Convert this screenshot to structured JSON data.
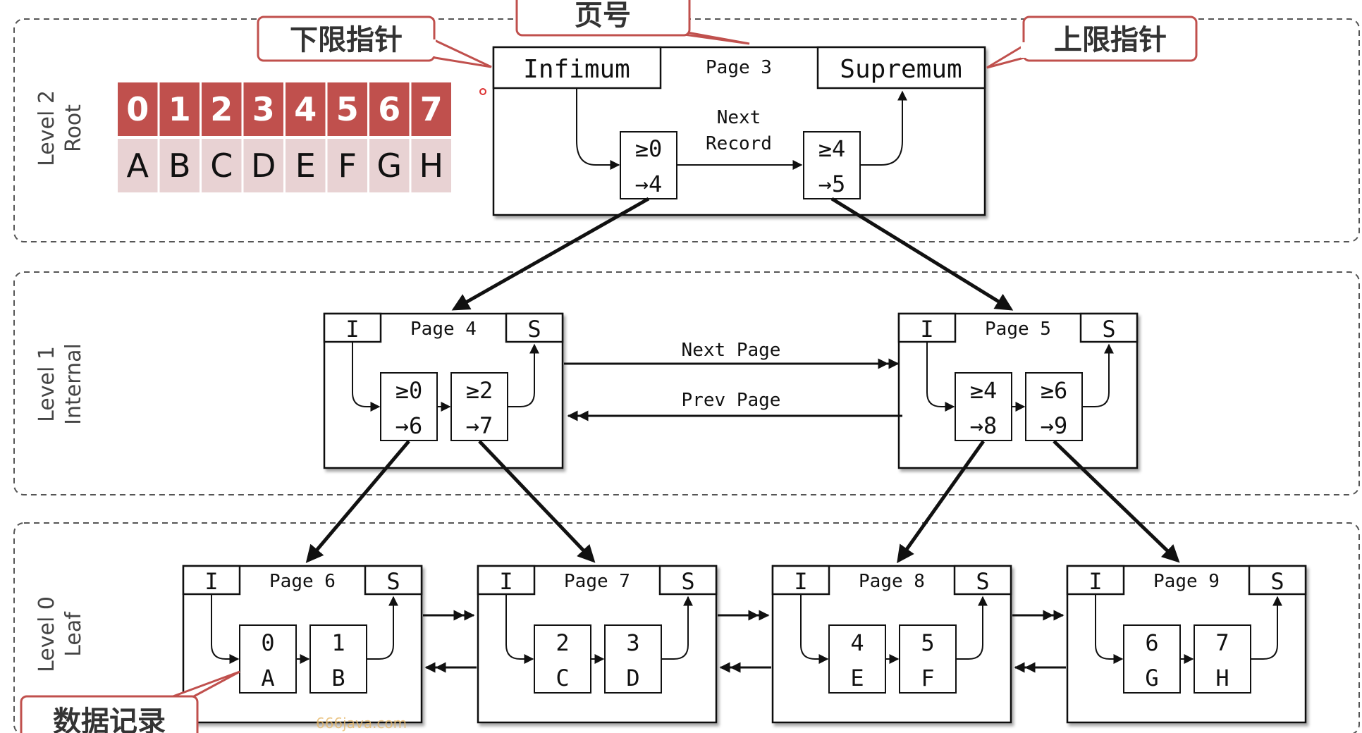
{
  "levels": [
    {
      "line1": "Level 2",
      "line2": "Root"
    },
    {
      "line1": "Level 1",
      "line2": "Internal"
    },
    {
      "line1": "Level 0",
      "line2": "Leaf"
    }
  ],
  "callouts": {
    "lower_pointer": "下限指针",
    "page_number": "页号",
    "upper_pointer": "上限指针",
    "data_record": "数据记录"
  },
  "mapping_table": {
    "numbers": [
      "0",
      "1",
      "2",
      "3",
      "4",
      "5",
      "6",
      "7"
    ],
    "letters": [
      "A",
      "B",
      "C",
      "D",
      "E",
      "F",
      "G",
      "H"
    ],
    "colors": {
      "number_bg": "#c0504d",
      "letter_bg": "#e8d2d3"
    }
  },
  "root_page": {
    "infimum": "Infimum",
    "title": "Page 3",
    "supremum": "Supremum",
    "next_record_line1": "Next",
    "next_record_line2": "Record",
    "records": [
      {
        "key": "≥0",
        "child": "→4"
      },
      {
        "key": "≥4",
        "child": "→5"
      }
    ]
  },
  "internal_pages": [
    {
      "title": "Page 4",
      "infimum": "I",
      "supremum": "S",
      "records": [
        {
          "key": "≥0",
          "child": "→6"
        },
        {
          "key": "≥2",
          "child": "→7"
        }
      ]
    },
    {
      "title": "Page 5",
      "infimum": "I",
      "supremum": "S",
      "records": [
        {
          "key": "≥4",
          "child": "→8"
        },
        {
          "key": "≥6",
          "child": "→9"
        }
      ]
    }
  ],
  "page_links": {
    "next": "Next Page",
    "prev": "Prev Page"
  },
  "leaf_pages": [
    {
      "title": "Page 6",
      "infimum": "I",
      "supremum": "S",
      "records": [
        {
          "key": "0",
          "value": "A"
        },
        {
          "key": "1",
          "value": "B"
        }
      ]
    },
    {
      "title": "Page 7",
      "infimum": "I",
      "supremum": "S",
      "records": [
        {
          "key": "2",
          "value": "C"
        },
        {
          "key": "3",
          "value": "D"
        }
      ]
    },
    {
      "title": "Page 8",
      "infimum": "I",
      "supremum": "S",
      "records": [
        {
          "key": "4",
          "value": "E"
        },
        {
          "key": "5",
          "value": "F"
        }
      ]
    },
    {
      "title": "Page 9",
      "infimum": "I",
      "supremum": "S",
      "records": [
        {
          "key": "6",
          "value": "G"
        },
        {
          "key": "7",
          "value": "H"
        }
      ]
    }
  ],
  "watermark": "666java.com",
  "colors": {
    "callout_border": "#c0504d",
    "ink": "#111111",
    "dashed": "#555555"
  }
}
